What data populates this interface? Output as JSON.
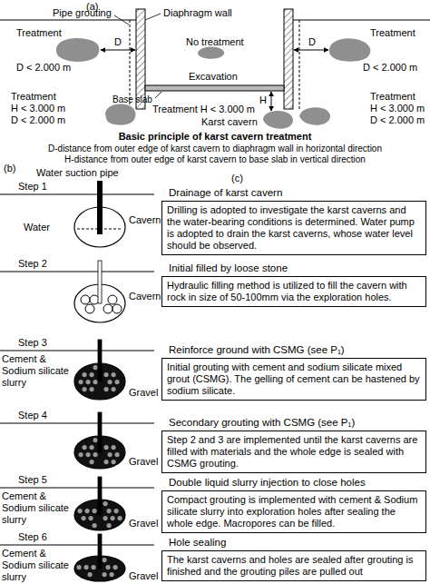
{
  "diagram": {
    "nodes": [
      {
        "text": [
          "Drainage of karst cavern",
          "Drilling is adopted to investigate the karst caverns and the water-bearing conditions is determined. Water pump is adopted to drain the karst caverns, whose water level should be observed."
        ]
      },
      {
        "text": [
          "Initial filled by loose stone",
          "Hydraulic filling method is utilized to fill the cavern with rock in size of 50-100mm via the exploration holes."
        ]
      },
      {
        "text": [
          "Reinforce ground with CSMG (see P₁)",
          "Initial grouting with cement and sodium silicate mixed grout (CSMG). The gelling of cement can be hastened by sodium silicate."
        ]
      },
      {
        "text": [
          "Secondary grouting with CSMG (see P₁)",
          "Step 2 and 3 are implemented until the karst caverns are filled with materials and the whole edge is sealed with CSMG grouting."
        ]
      },
      {
        "text": [
          "Double liquid slurry injection to close holes",
          "Compact grouting is implemented with cement & Sodium silicate slurry into exploration holes after sealing the whole edge. Macropores can be filled."
        ]
      },
      {
        "text": [
          "Hole sealing",
          "The karst caverns and holes are sealed after grouting is finished and the grouting piles are pulled out"
        ]
      }
    ],
    "labels": [
      "(a)",
      "Pipe grouting",
      "Diaphragm wall",
      "Treatment",
      "D",
      "D < 2.000 m",
      "No treatment",
      "Treatment",
      "D",
      "D < 2.000 m",
      "Excavation",
      "Treatment",
      "H < 3.000 m",
      "D < 2.000 m",
      "Base slab",
      "Treatment H < 3.000 m",
      "H",
      "Karst cavern",
      "Treatment",
      "H < 3.000 m",
      "D < 2.000 m",
      "Basic principle of karst cavern treatment",
      "D-distance from outer edge of karst cavern to diaphragm wall in horizontal direction",
      "H-distance from outer edge of karst cavern to base slab in vertical direction",
      "(b)",
      "Water suction pipe",
      "(c)",
      "Step 1",
      "Water",
      "Cavern",
      "Step 2",
      "Cavern",
      "Step 3",
      "Cement & Sodium silicate slurry",
      "Gravel",
      "Step 4",
      "Gravel",
      "Step 5",
      "Cement & Sodium silicate slurry",
      "Gravel",
      "Step 6",
      "Cement & Sodium silicate slurry",
      "Gravel"
    ]
  }
}
